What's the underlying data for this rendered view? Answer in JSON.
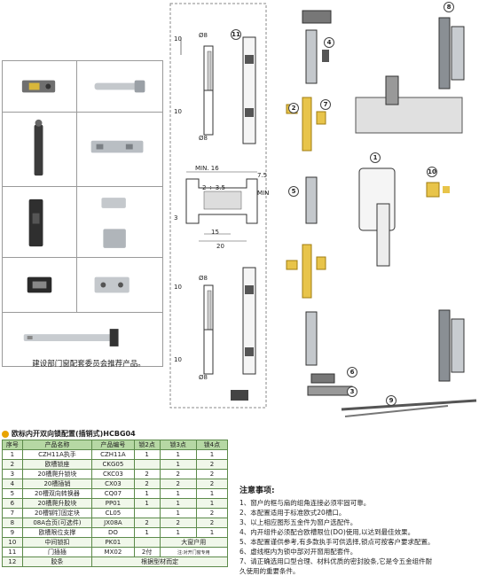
{
  "photo_caption": "建设部门窗配套委员会推荐产品。",
  "drawing": {
    "dims": [
      "10",
      "Ø8",
      "Ø8",
      "10",
      "MIN. 16",
      "7.5",
      "MIN",
      "3",
      "2 ÷ 3.5",
      "15",
      "20",
      "10",
      "Ø8",
      "Ø8",
      "10"
    ]
  },
  "part_numbers": [
    "8",
    "11",
    "4",
    "2",
    "7",
    "1",
    "10",
    "5",
    "6",
    "3",
    "9"
  ],
  "table": {
    "title": "欧标内开双向锁配置(插销式)HCBG04",
    "headers": [
      "序号",
      "产品名称",
      "产品编号",
      "锁2点",
      "锁3点",
      "锁4点"
    ],
    "rows": [
      [
        "1",
        "CZH11A执手",
        "CZH11A",
        "1",
        "1",
        "1"
      ],
      [
        "2",
        "欧槽锁座",
        "CKG05",
        "",
        "1",
        "2"
      ],
      [
        "3",
        "20槽爬升锁块",
        "CKC03",
        "2",
        "2",
        "2"
      ],
      [
        "4",
        "20槽插销",
        "CX03",
        "2",
        "2",
        "2"
      ],
      [
        "5",
        "20槽双向转换器",
        "CQ07",
        "1",
        "1",
        "1"
      ],
      [
        "6",
        "20槽爬升胶块",
        "PP01",
        "1",
        "1",
        "1"
      ],
      [
        "7",
        "20槽铆钉固定块",
        "CL05",
        "",
        "1",
        "2"
      ],
      [
        "8",
        "08A合页(可选件)",
        "JX08A",
        "2",
        "2",
        "2"
      ],
      [
        "9",
        "欧槽限位支撑",
        "DO",
        "1",
        "1",
        "1"
      ],
      [
        "10",
        "中间锁扣",
        "PK01",
        "",
        "大窗户用",
        ""
      ],
      [
        "11",
        "门插插",
        "MX02",
        "2付",
        "注:对开门窗专用",
        ""
      ],
      [
        "12",
        "胶条",
        "",
        "",
        "根据型材而定",
        ""
      ]
    ]
  },
  "notes": {
    "title": "注意事项:",
    "items": [
      "1、窗户的框与扇的组角连接必须牢固可靠。",
      "2、本配置适用于标准欧式20槽口。",
      "3、以上相应图形五金件为窗户选配件。",
      "4、内开组件必须配合欧槽限位(DO)使用,以达到最佳效果。",
      "5、本配置谨供参考,有多款执手可供选择,锁点可按客户要求配置。",
      "6、虚线框内为锁中部对开窗用配套件。",
      "7、请正确选用口型合理、材料优质的密封胶条,它是令五金组件耐",
      "   久使用的重要条件。"
    ]
  },
  "colors": {
    "header_bg": "#b6d8a4",
    "table_border": "#5c8a4a",
    "brass": "#e8c44a",
    "steel": "#9aa0a6"
  }
}
